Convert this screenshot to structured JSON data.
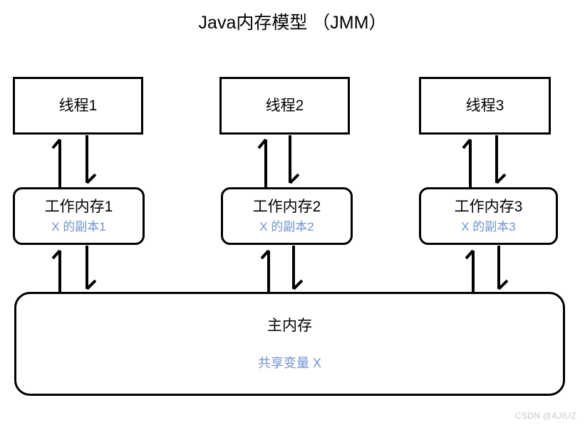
{
  "title": "Java内存模型 （JMM）",
  "watermark": "CSDN @AJIUZ",
  "colors": {
    "stroke": "#000000",
    "background": "#ffffff",
    "accent_blue": "#6f93d0",
    "watermark_gray": "#c9c9c9"
  },
  "threads": [
    {
      "label": "线程1"
    },
    {
      "label": "线程2"
    },
    {
      "label": "线程3"
    }
  ],
  "working_memories": [
    {
      "label": "工作内存1",
      "variable": "X 的副本1"
    },
    {
      "label": "工作内存2",
      "variable": "X 的副本2"
    },
    {
      "label": "工作内存3",
      "variable": "X 的副本3"
    }
  ],
  "main_memory": {
    "label": "主内存",
    "variable": "共享变量 X"
  },
  "connections": {
    "thread_to_worker_up": "read-from-working-memory",
    "thread_to_worker_down": "write-to-working-memory",
    "worker_to_main_up": "read-from-main-memory",
    "worker_to_main_down": "write-to-main-memory"
  }
}
